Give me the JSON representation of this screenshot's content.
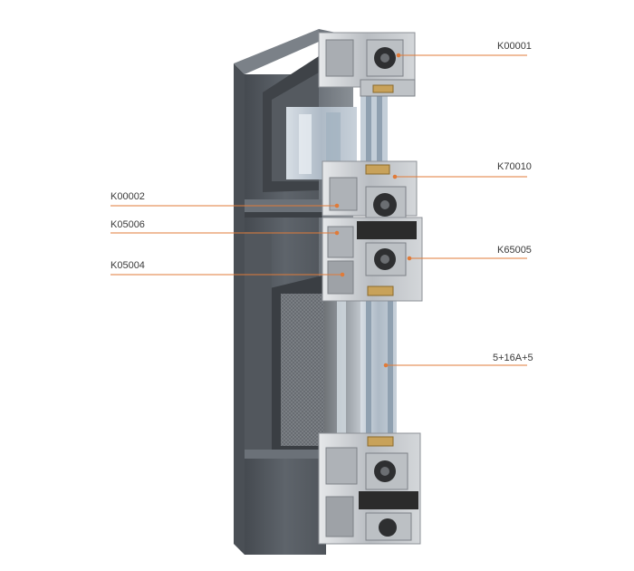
{
  "callouts": [
    {
      "id": "k00001",
      "label": "K00001"
    },
    {
      "id": "k70010",
      "label": "K70010"
    },
    {
      "id": "k00002",
      "label": "K00002"
    },
    {
      "id": "k05006",
      "label": "K05006"
    },
    {
      "id": "k65005",
      "label": "K65005"
    },
    {
      "id": "k05004",
      "label": "K05004"
    },
    {
      "id": "glass",
      "label": "5+16A+5"
    }
  ],
  "colors": {
    "frame": "#5b6066",
    "frame_dark": "#3f4348",
    "aluminum": "#c9ccd0",
    "thermal_break": "#2b2b2b",
    "glass": "#b9c6d2",
    "leader_line": "#e07b39",
    "gasket_gold": "#c8a25a"
  }
}
